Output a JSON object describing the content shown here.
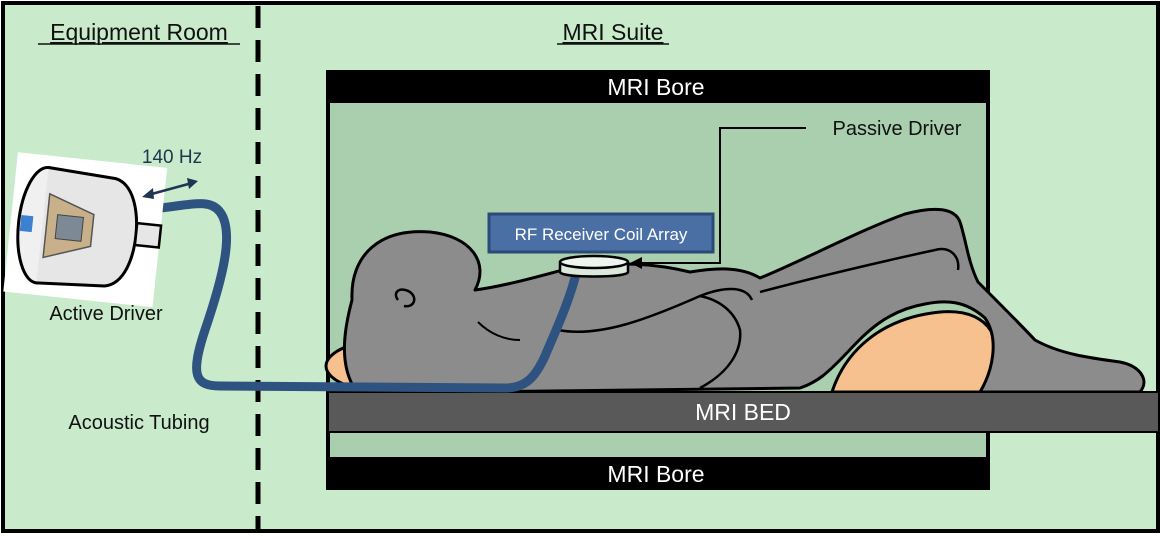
{
  "rooms": {
    "equipment": "Equipment Room",
    "suite": "MRI Suite"
  },
  "bore": {
    "top_label": "MRI Bore",
    "bottom_label": "MRI Bore"
  },
  "bed": {
    "label": "MRI BED"
  },
  "drivers": {
    "active": "Active Driver",
    "passive": "Passive Driver",
    "frequency": "140 Hz"
  },
  "tubing": {
    "label": "Acoustic Tubing"
  },
  "coil": {
    "label": "RF Receiver Coil Array"
  },
  "colors": {
    "background": "#c9ebcc",
    "bore_interior": "#a9cfae",
    "bore_frame": "#000000",
    "bed": "#595959",
    "body": "#8c8c8c",
    "pillow": "#f7c08f",
    "tubing": "#2f5380",
    "coil_box": "#4a6fa5",
    "coil_box_border": "#2b4a78"
  }
}
